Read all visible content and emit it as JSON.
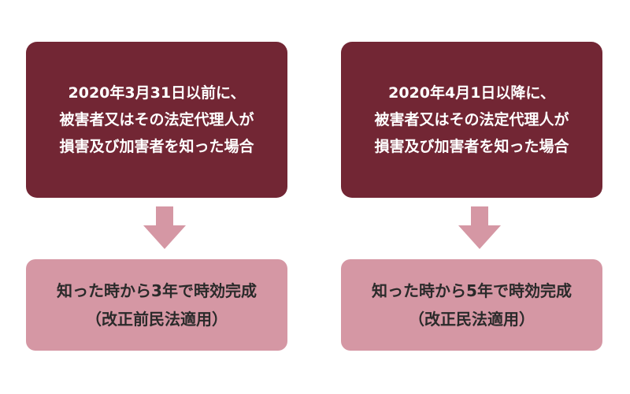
{
  "colors": {
    "top_box": "#722634",
    "bottom_box": "#d597a4",
    "arrow": "#d597a4",
    "top_text": "#ffffff",
    "bottom_text": "#2a2a2a"
  },
  "left": {
    "top_lines": [
      "2020年3月31日以前に、",
      "被害者又はその法定代理人が",
      "損害及び加害者を知った場合"
    ],
    "bottom_lines": [
      "知った時から3年で時効完成",
      "（改正前民法適用）"
    ]
  },
  "right": {
    "top_lines": [
      "2020年4月1日以降に、",
      "被害者又はその法定代理人が",
      "損害及び加害者を知った場合"
    ],
    "bottom_lines": [
      "知った時から5年で時効完成",
      "（改正民法適用）"
    ]
  },
  "icons": {
    "arrow": "arrow-down-icon"
  }
}
